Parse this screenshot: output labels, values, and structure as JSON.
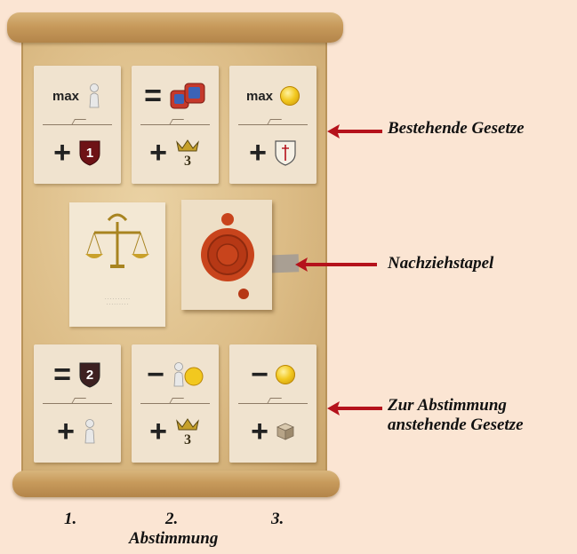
{
  "annotations": {
    "existing_laws": "Bestehende Gesetze",
    "draw_pile": "Nachziehstapel",
    "pending_laws_line1": "Zur Abstimmung",
    "pending_laws_line2": "anstehende Gesetze"
  },
  "voting_order": {
    "first": "1.",
    "second": "2.",
    "third": "3.",
    "caption": "Abstimmung"
  },
  "existing_laws": [
    {
      "top_symbol": "max",
      "top_icon": "pawn-icon",
      "bottom_symbol": "+",
      "bottom_icon": "red-shield-icon",
      "bottom_value": "1"
    },
    {
      "top_symbol": "=",
      "top_icon": "dice-pair-icon",
      "bottom_symbol": "+",
      "bottom_icon": "crown-icon",
      "bottom_value": "3"
    },
    {
      "top_symbol": "max",
      "top_icon": "coin-icon",
      "bottom_symbol": "+",
      "bottom_icon": "sword-shield-icon"
    }
  ],
  "pending_laws": [
    {
      "top_symbol": "=",
      "top_icon": "dark-shield-icon",
      "top_value": "2",
      "bottom_symbol": "+",
      "bottom_icon": "pawn-icon"
    },
    {
      "top_symbol": "−",
      "top_icon": "pawn-coin-icon",
      "bottom_symbol": "+",
      "bottom_icon": "crown-icon",
      "bottom_value": "3"
    },
    {
      "top_symbol": "−",
      "top_icon": "coin-icon",
      "bottom_symbol": "+",
      "bottom_icon": "cube-icon"
    }
  ],
  "colors": {
    "background": "#fbe5d3",
    "arrow": "#b5121b",
    "shield_red": "#6e1216",
    "seal_wax": "#c8441c",
    "coin_gold": "#f2c81f"
  }
}
